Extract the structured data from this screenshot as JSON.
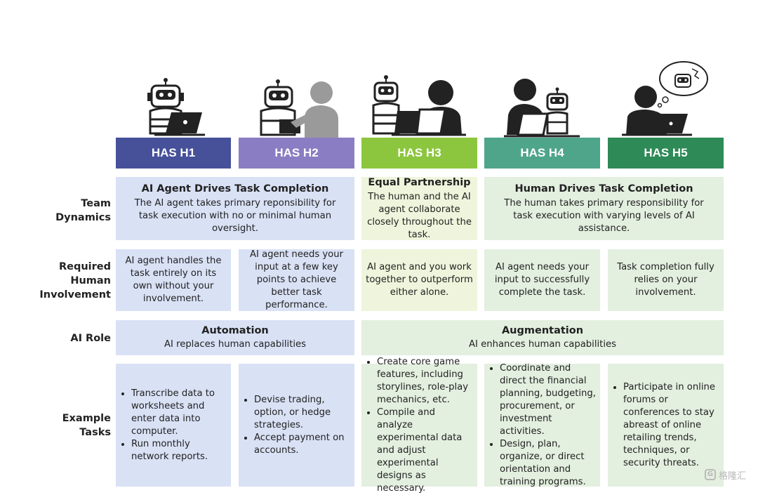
{
  "headers": [
    {
      "label": "HAS H1",
      "color": "#46519a"
    },
    {
      "label": "HAS H2",
      "color": "#8b7dc3"
    },
    {
      "label": "HAS H3",
      "color": "#8cc63f"
    },
    {
      "label": "HAS H4",
      "color": "#4fa58a"
    },
    {
      "label": "HAS H5",
      "color": "#2e8a57"
    }
  ],
  "row_labels": {
    "team_dynamics": [
      "Team",
      "Dynamics"
    ],
    "human_involvement": [
      "Required",
      "Human",
      "Involvement"
    ],
    "ai_role": [
      "AI Role"
    ],
    "example_tasks": [
      "Example",
      "Tasks"
    ]
  },
  "team_dynamics": {
    "ai_drives": {
      "title": "AI Agent Drives Task Completion",
      "text": "The AI agent takes primary reponsibility for task execution with no or minimal human oversight."
    },
    "equal": {
      "title": "Equal Partnership",
      "text": "The human and the AI agent collaborate closely throughout the task."
    },
    "human_drives": {
      "title": "Human Drives Task Completion",
      "text": "The human takes primary responsibility for task execution with varying levels of AI assistance."
    }
  },
  "involvement": [
    "AI agent handles the task entirely on its own without your involvement.",
    "AI agent needs your input at a few key points to achieve better task performance.",
    "AI agent and you work together to outperform either alone.",
    "AI agent needs your input to successfully complete the task.",
    "Task completion fully relies on your involvement."
  ],
  "ai_role": {
    "automation": {
      "title": "Automation",
      "text": "AI replaces human capabilities"
    },
    "augmentation": {
      "title": "Augmentation",
      "text": "AI enhances human capabilities"
    }
  },
  "tasks": {
    "h1": [
      "Transcribe data to worksheets and enter data into computer.",
      "Run monthly network reports."
    ],
    "h2": [
      "Devise trading, option, or hedge strategies.",
      "Accept payment on accounts."
    ],
    "h3": [
      "Create core game features, including storylines, role-play mechanics, etc.",
      "Compile and analyze experimental data and adjust experimental designs as necessary."
    ],
    "h4": [
      "Coordinate and direct the financial planning, budgeting, procurement, or investment activities.",
      "Design, plan, organize, or direct orientation and training programs."
    ],
    "h5": [
      "Participate in online forums or conferences to stay abreast of online retailing trends, techniques, or security threats."
    ]
  },
  "watermark": "格隆汇"
}
